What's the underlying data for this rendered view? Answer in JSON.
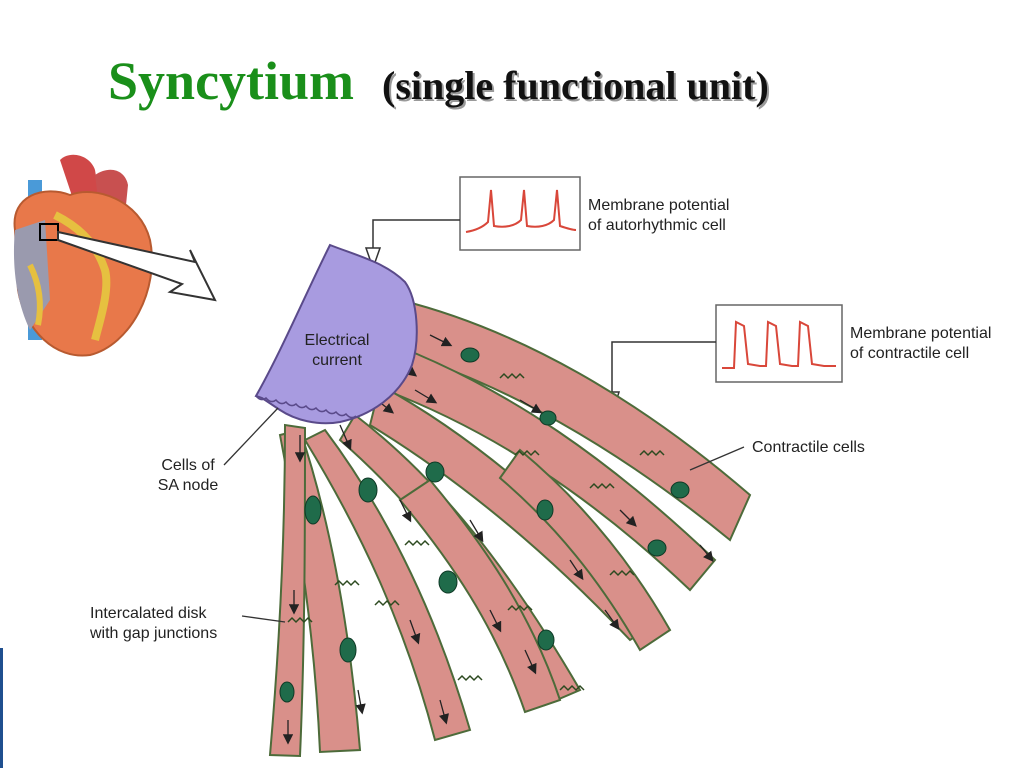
{
  "title": {
    "main": "Syncytium",
    "subtitle": "(single functional unit)"
  },
  "labels": {
    "autorhythmic_line1": "Membrane potential",
    "autorhythmic_line2": "of autorhythmic cell",
    "contractile_line1": "Membrane potential",
    "contractile_line2": "of contractile cell",
    "electrical_line1": "Electrical",
    "electrical_line2": "current",
    "contractile_cells": "Contractile cells",
    "sa_node_line1": "Cells of",
    "sa_node_line2": "SA node",
    "disk_line1": "Intercalated disk",
    "disk_line2": "with gap junctions"
  },
  "colors": {
    "title_green": "#1a8f1a",
    "muscle_fill": "#d9908a",
    "muscle_stroke": "#4d6b3a",
    "nucleus": "#1f6b4a",
    "sa_node": "#a89be0",
    "trace": "#d9473a",
    "heart": "#e8784a"
  }
}
